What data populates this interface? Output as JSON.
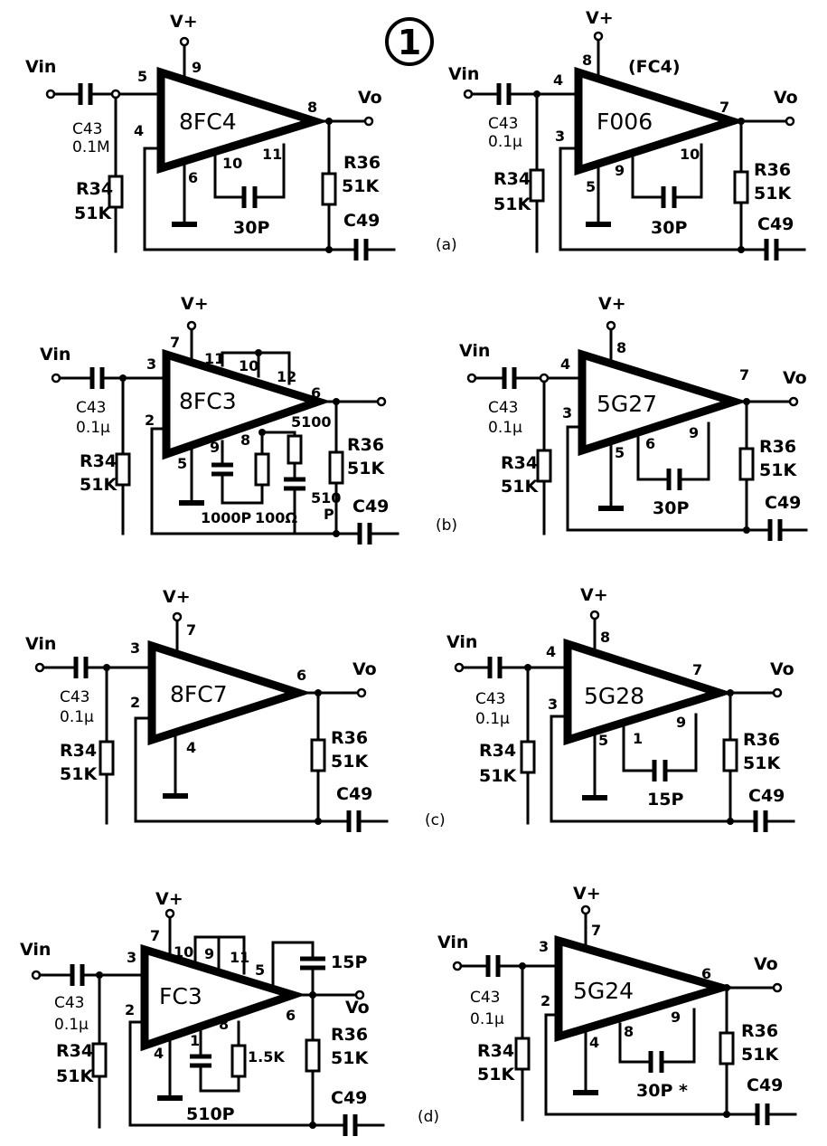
{
  "header": {
    "figure_number": "1"
  },
  "panels": {
    "a_left": {
      "chip": "8FC4",
      "vplus": "V+",
      "vin": "Vin",
      "vo": "Vo",
      "pin_in": "5",
      "pin_inv": "4",
      "pin_vplus": "9",
      "pin_out": "8",
      "pin_gnd": "6",
      "pin_c1": "10",
      "pin_c2": "11",
      "c_in": "C43",
      "c_in_val": "0.1M",
      "r_in": "R34",
      "r_in_val": "51K",
      "r_fb": "R36",
      "r_fb_val": "51K",
      "c_fb": "C49",
      "c_comp": "30P"
    },
    "a_right": {
      "chip": "F006",
      "vplus": "V+",
      "vin": "Vin",
      "vo": "Vo",
      "extra": "(FC4)",
      "pin_in": "4",
      "pin_inv": "3",
      "pin_vplus": "8",
      "pin_out": "7",
      "pin_gnd": "5",
      "pin_c1": "9",
      "pin_c2": "10",
      "c_in": "C43",
      "c_in_val": "0.1μ",
      "r_in": "R34",
      "r_in_val": "51K",
      "r_fb": "R36",
      "r_fb_val": "51K",
      "c_fb": "C49",
      "c_comp": "30P"
    },
    "b_left": {
      "chip": "8FC3",
      "vplus": "V+",
      "vin": "Vin",
      "pin_in": "3",
      "pin_inv": "2",
      "pin_vplus": "7",
      "pin_out": "6",
      "pin_gnd": "5",
      "pin_a": "9",
      "pin_b": "8",
      "pin_p11": "11",
      "pin_p10": "10",
      "pin_p12": "12",
      "c_in": "C43",
      "c_in_val": "0.1μ",
      "r_in": "R34",
      "r_in_val": "51K",
      "r_fb": "R36",
      "r_fb_val": "51K",
      "c_fb": "C49",
      "c1000": "1000P",
      "r100": "100Ω",
      "r5100": "5100",
      "c510": "510",
      "c510_unit": "P"
    },
    "b_right": {
      "chip": "5G27",
      "vplus": "V+",
      "vin": "Vin",
      "vo": "Vo",
      "pin_in": "4",
      "pin_inv": "3",
      "pin_vplus": "8",
      "pin_out": "7",
      "pin_gnd": "5",
      "pin_c1": "6",
      "pin_c2": "9",
      "c_in": "C43",
      "c_in_val": "0.1μ",
      "r_in": "R34",
      "r_in_val": "51K",
      "r_fb": "R36",
      "r_fb_val": "51K",
      "c_fb": "C49",
      "c_comp": "30P"
    },
    "c_left": {
      "chip": "8FC7",
      "vplus": "V+",
      "vin": "Vin",
      "vo": "Vo",
      "pin_in": "3",
      "pin_inv": "2",
      "pin_vplus": "7",
      "pin_out": "6",
      "pin_gnd": "4",
      "c_in": "C43",
      "c_in_val": "0.1μ",
      "r_in": "R34",
      "r_in_val": "51K",
      "r_fb": "R36",
      "r_fb_val": "51K",
      "c_fb": "C49"
    },
    "c_right": {
      "chip": "5G28",
      "vplus": "V+",
      "vin": "Vin",
      "vo": "Vo",
      "pin_in": "4",
      "pin_inv": "3",
      "pin_vplus": "8",
      "pin_out": "7",
      "pin_gnd": "5",
      "pin_c1": "1",
      "pin_c2": "9",
      "c_in": "C43",
      "c_in_val": "0.1μ",
      "r_in": "R34",
      "r_in_val": "51K",
      "r_fb": "R36",
      "r_fb_val": "51K",
      "c_fb": "C49",
      "c_comp": "15P"
    },
    "d_left": {
      "chip": "FC3",
      "vplus": "V+",
      "vin": "Vin",
      "vo": "Vo",
      "pin_in": "3",
      "pin_inv": "2",
      "pin_vplus": "7",
      "pin_out": "6",
      "pin_gnd": "4",
      "pin_a": "1",
      "pin_b": "8",
      "pin_p10": "10",
      "pin_p9": "9",
      "pin_p11": "11",
      "pin_p5": "5",
      "c_in": "C43",
      "c_in_val": "0.1μ",
      "r_in": "R34",
      "r_in_val": "51K",
      "r_fb": "R36",
      "r_fb_val": "51K",
      "c_fb": "C49",
      "c_top": "15P",
      "c510": "510P",
      "r15k": "1.5K"
    },
    "d_right": {
      "chip": "5G24",
      "vplus": "V+",
      "vin": "Vin",
      "vo": "Vo",
      "pin_in": "3",
      "pin_inv": "2",
      "pin_vplus": "7",
      "pin_out": "6",
      "pin_gnd": "4",
      "pin_c1": "8",
      "pin_c2": "9",
      "c_in": "C43",
      "c_in_val": "0.1μ",
      "r_in": "R34",
      "r_in_val": "51K",
      "r_fb": "R36",
      "r_fb_val": "51K",
      "c_fb": "C49",
      "c_comp": "30P *"
    }
  },
  "row_labels": {
    "a": "(a)",
    "b": "(b)",
    "c": "(c)",
    "d": "(d)"
  }
}
